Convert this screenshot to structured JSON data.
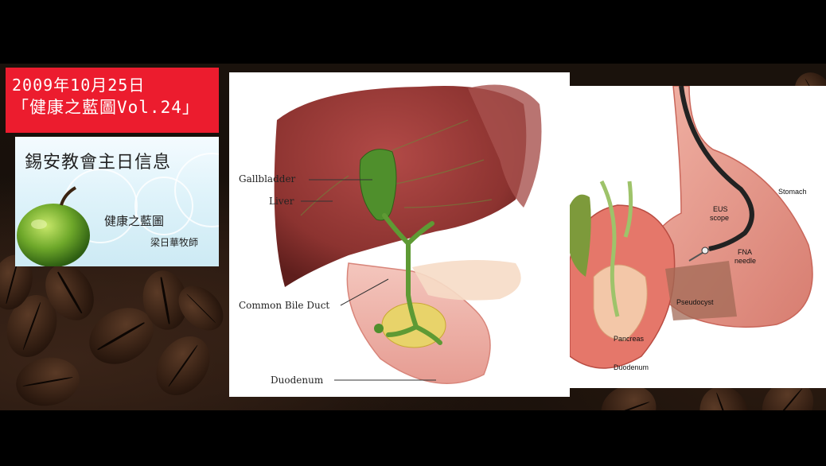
{
  "banner": {
    "line1": "2009年10月25日",
    "line2": "「健康之藍圖Vol.24」"
  },
  "card": {
    "heading": "錫安教會主日信息",
    "subtitle": "健康之藍圖",
    "author": "梁日華牧師"
  },
  "liver_figure": {
    "labels": {
      "gallbladder": "Gallbladder",
      "liver": "Liver",
      "common_bile_duct": "Common Bile Duct",
      "duodenum": "Duodenum"
    }
  },
  "stomach_figure": {
    "labels": {
      "stomach": "Stomach",
      "eus_scope_1": "EUS",
      "eus_scope_2": "scope",
      "fna_needle_1": "FNA",
      "fna_needle_2": "needle",
      "pseudocyst": "Pseudocyst",
      "pancreas": "Pancreas",
      "duodenum": "Duodenum"
    }
  },
  "colors": {
    "banner_red": "#ec1c2e",
    "liver": "#9b3a38",
    "gallbladder": "#4f8f2c",
    "stomach": "#e59a8c"
  }
}
